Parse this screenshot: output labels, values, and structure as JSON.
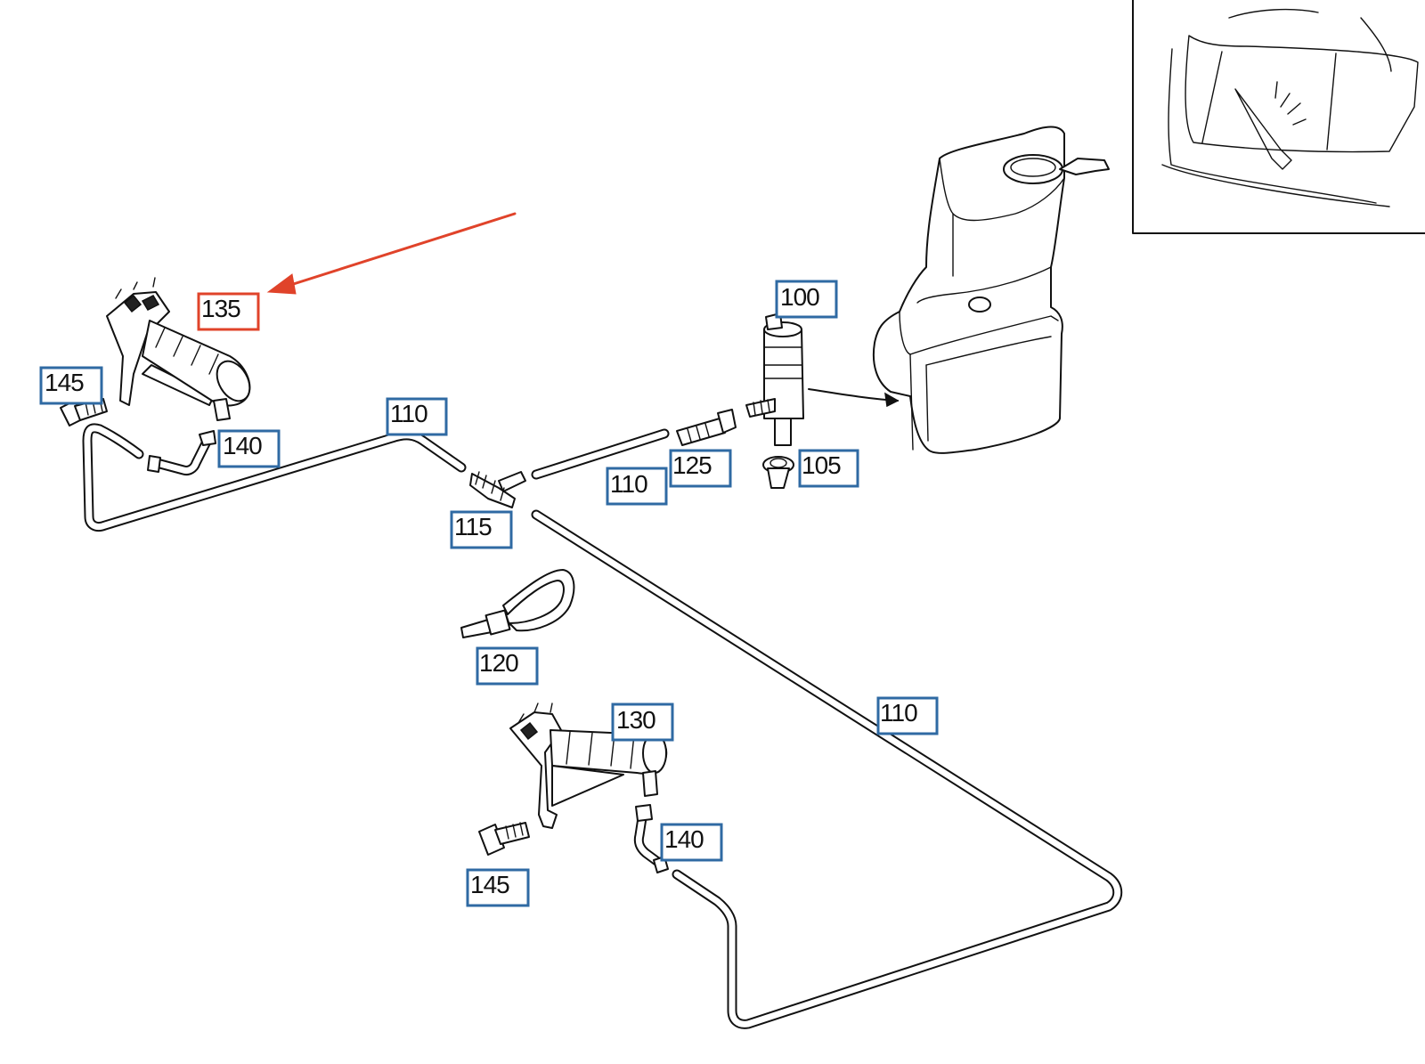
{
  "labels": {
    "l100": "100",
    "l105": "105",
    "l110a": "110",
    "l110b": "110",
    "l110c": "110",
    "l115": "115",
    "l120": "120",
    "l125": "125",
    "l130": "130",
    "l135": "135",
    "l140a": "140",
    "l140b": "140",
    "l145a": "145",
    "l145b": "145"
  },
  "colors": {
    "label_border": "#2f6aa3",
    "highlight_border": "#e0432a",
    "arrow": "#e0432a",
    "line": "#111111"
  },
  "highlighted_part": "135"
}
